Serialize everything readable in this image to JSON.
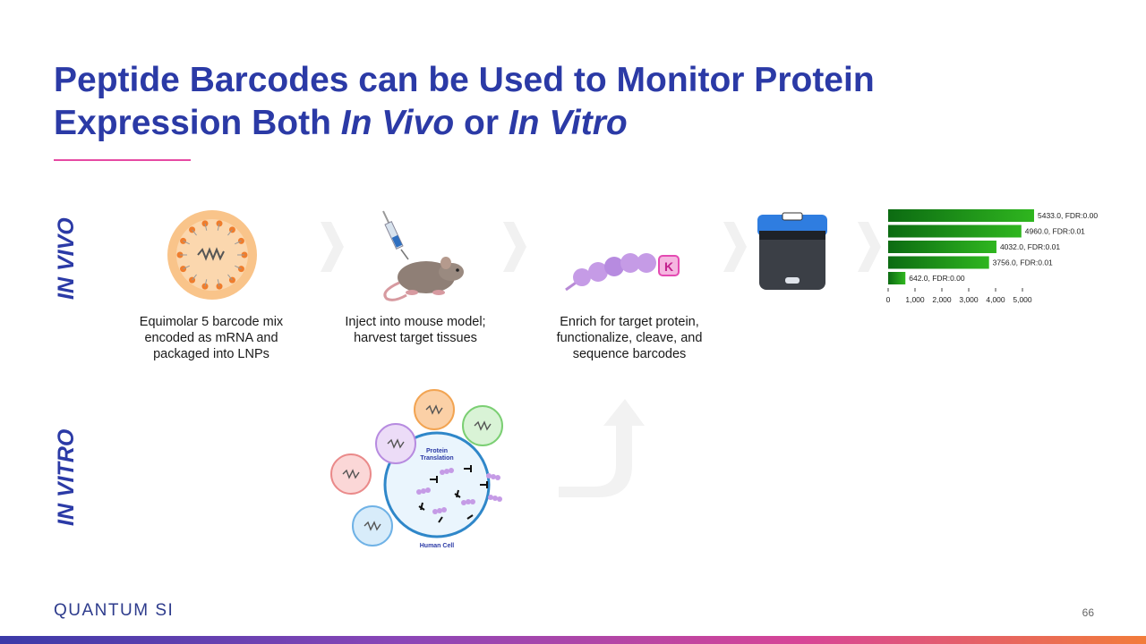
{
  "slide": {
    "title_line1": "Peptide Barcodes can be Used to Monitor Protein",
    "title_line2_a": "Expression Both ",
    "title_line2_b": "In Vivo",
    "title_line2_c": " or ",
    "title_line2_d": "In Vitro",
    "side_label_top": "IN VIVO",
    "side_label_bottom": "IN VITRO",
    "page_number": "66",
    "logo": "QUANTUM SI"
  },
  "steps": [
    {
      "caption_lines": [
        "Equimolar 5 barcode mix",
        "encoded as mRNA and",
        "packaged into LNPs"
      ]
    },
    {
      "caption_lines": [
        "Inject into mouse model;",
        "harvest target tissues"
      ]
    },
    {
      "caption_lines": [
        "Enrich for target protein,",
        "functionalize, cleave, and",
        "sequence barcodes"
      ]
    }
  ],
  "diagram_labels": {
    "kinase_letter": "K",
    "protein_translation": [
      "Protein",
      "Translation"
    ],
    "human_cell": "Human Cell"
  },
  "colors": {
    "title": "#2b3aa6",
    "accent_rule": "#e64aa3",
    "bar_green": "#1f9e16",
    "lnp_orange": "#f6a65a"
  },
  "chart_data": {
    "type": "bar",
    "orientation": "horizontal",
    "values": [
      5433.0,
      4960.0,
      4032.0,
      3756.0,
      642.0
    ],
    "data_labels": [
      "5433.0, FDR:0.00",
      "4960.0, FDR:0.01",
      "4032.0, FDR:0.01",
      "3756.0, FDR:0.01",
      "642.0, FDR:0.00"
    ],
    "xticks": [
      "0",
      "1,000",
      "2,000",
      "3,000",
      "4,000",
      "5,000"
    ],
    "xlim": [
      0,
      5000
    ],
    "title": "",
    "xlabel": "",
    "ylabel": ""
  }
}
